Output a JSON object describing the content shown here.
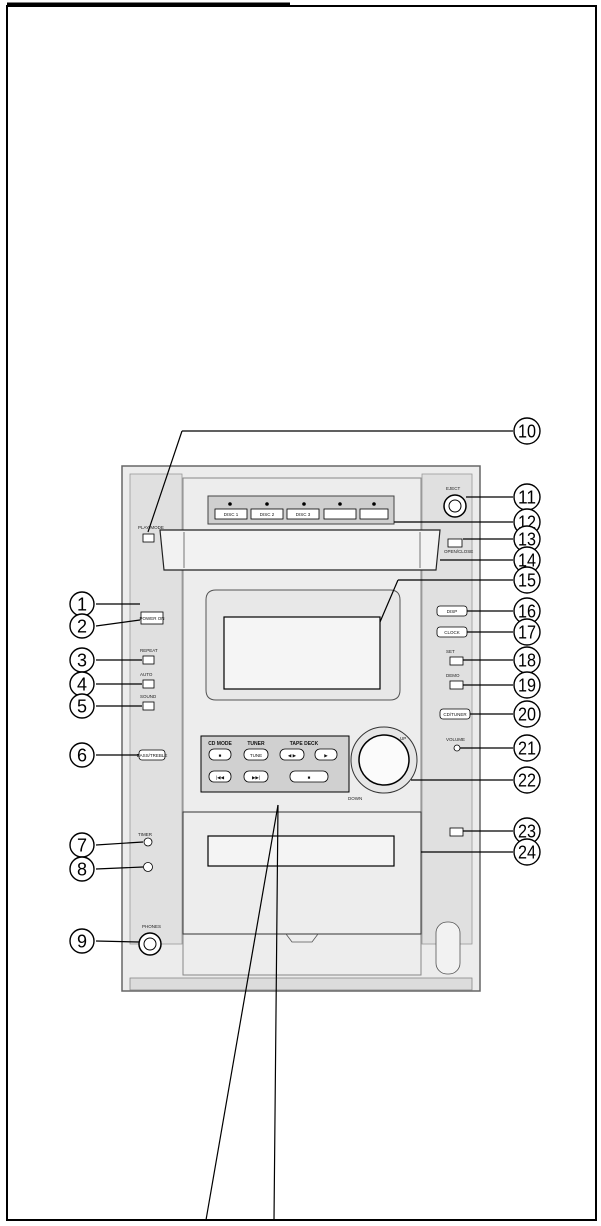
{
  "callouts": [
    "1",
    "2",
    "3",
    "4",
    "5",
    "6",
    "7",
    "8",
    "9",
    "10",
    "11",
    "12",
    "13",
    "14",
    "15",
    "16",
    "17",
    "18",
    "19",
    "20",
    "21",
    "22",
    "23",
    "24"
  ],
  "panel": {
    "power_label": "POWER ON",
    "left_labels": [
      "PLAY MODE",
      "REPEAT",
      "AUTO",
      "SOUND",
      "BASS/TREBLE",
      "TIMER"
    ],
    "selector_labels": [
      "DISC 1",
      "DISC 2",
      "DISC 3",
      "",
      ""
    ],
    "right_labels": [
      "PHONES",
      "OPEN/CLOSE",
      "DISP",
      "CLOCK",
      "SET",
      "DEMO",
      "CD/TUNER",
      "VOLUME",
      "EJECT"
    ],
    "transport_headings": [
      "CD MODE",
      "TUNER",
      "TAPE DECK"
    ],
    "transport_button_labels": [
      "■",
      "TUNE",
      "◀ ▶",
      "▶",
      "|◀◀",
      "▶▶|",
      "■"
    ],
    "volume_labels": [
      "UP",
      "DOWN"
    ]
  }
}
